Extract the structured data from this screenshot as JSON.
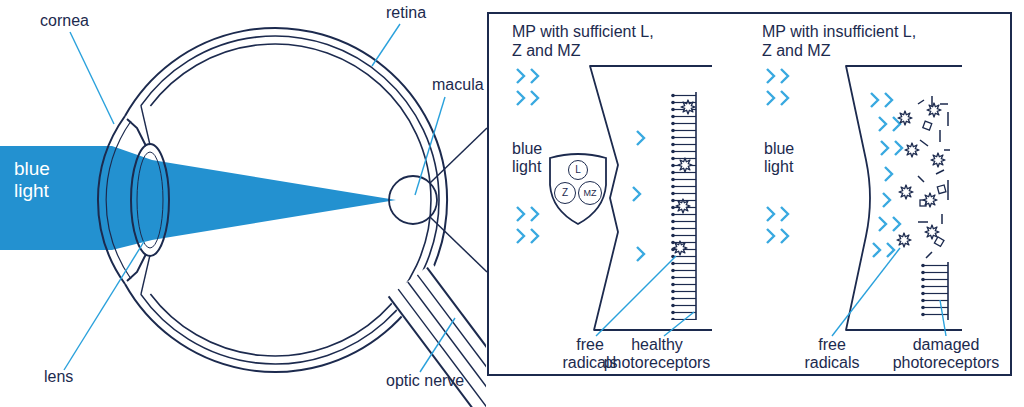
{
  "diagram": {
    "nodes": [
      {
        "text": [
          "MP with sufficient L, Z and MZ",
          "blue light",
          "free radicals",
          "healthy photoreceptors",
          "MP with insufficient L, Z and MZ",
          "blue light",
          "free radicals",
          "damaged photoreceptors"
        ]
      },
      {
        "text": [
          "L"
        ],
        "in": 0
      },
      {
        "text": [
          "Z"
        ],
        "in": 0
      },
      {
        "text": [
          "MZ"
        ],
        "in": 0
      }
    ],
    "labels": [
      "cornea",
      "retina",
      "blue light",
      "macula",
      "lens",
      "optic nerve"
    ]
  }
}
